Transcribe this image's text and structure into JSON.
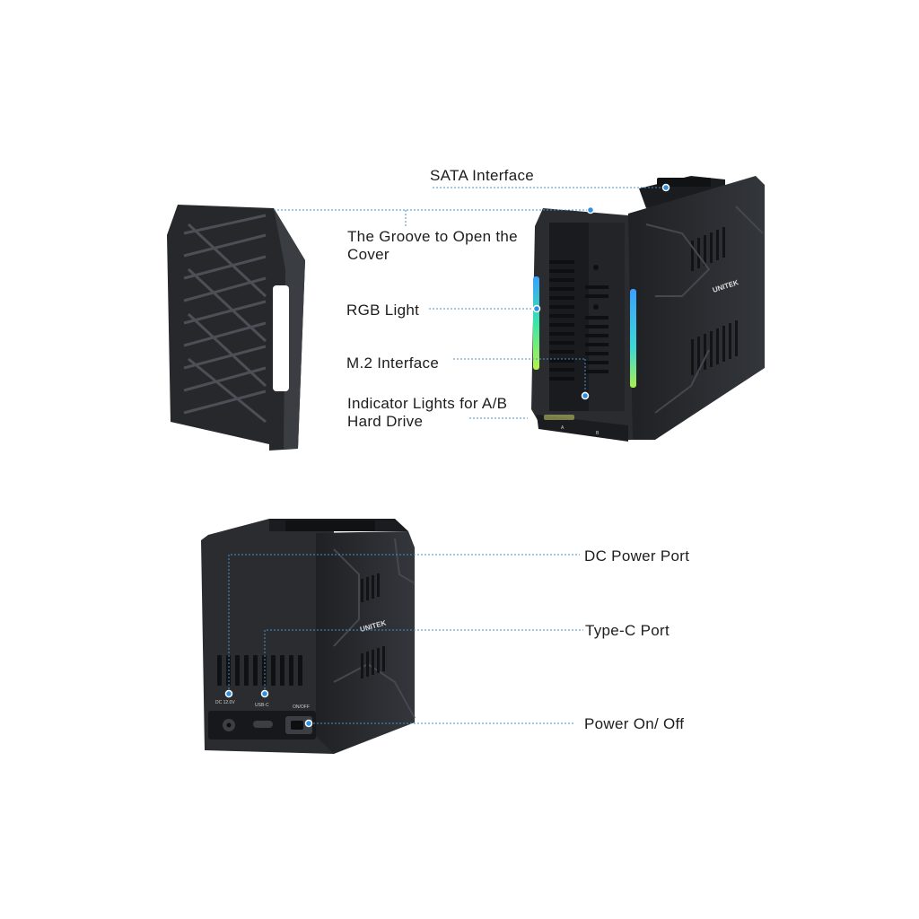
{
  "top_callouts": {
    "sata": "SATA Interface",
    "groove": "The Groove to Open the Cover",
    "rgb": "RGB Light",
    "m2": "M.2 Interface",
    "indicator": "Indicator Lights for A/B Hard Drive"
  },
  "rear_callouts": {
    "dc": "DC Power Port",
    "typec": "Type-C Port",
    "power": "Power On/ Off"
  },
  "device_labels": {
    "brand": "UNITEK",
    "dc_port": "DC 12.0V",
    "usb_port": "USB-C",
    "switch": "ON/OFF",
    "bay_a": "A",
    "bay_b": "B"
  },
  "colors": {
    "callout_line": "#4a8fc9",
    "dot": "#2f8fe0",
    "device": "#2a2c30"
  },
  "icons": [
    "leader-dot"
  ]
}
